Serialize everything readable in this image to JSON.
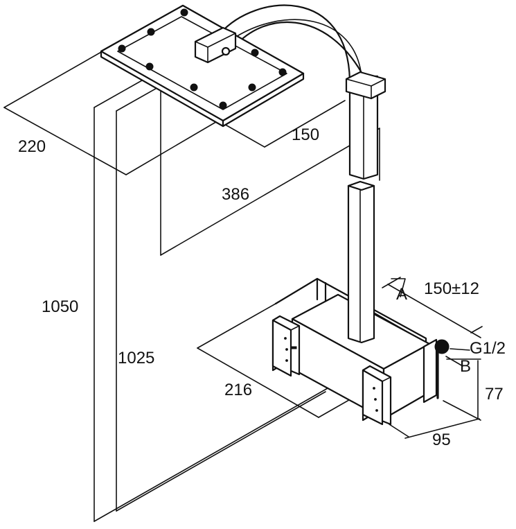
{
  "labels": {
    "width_head": "220",
    "depth_head": "150",
    "reach": "386",
    "height_total": "1050",
    "height_inner": "1025",
    "width_base": "216",
    "center_distance": "150±12",
    "connection_thread": "G1/2",
    "point_a": "A",
    "point_b": "B",
    "height_base": "77",
    "depth_base": "95"
  },
  "colors": {
    "line": "#111111",
    "background": "#ffffff"
  }
}
